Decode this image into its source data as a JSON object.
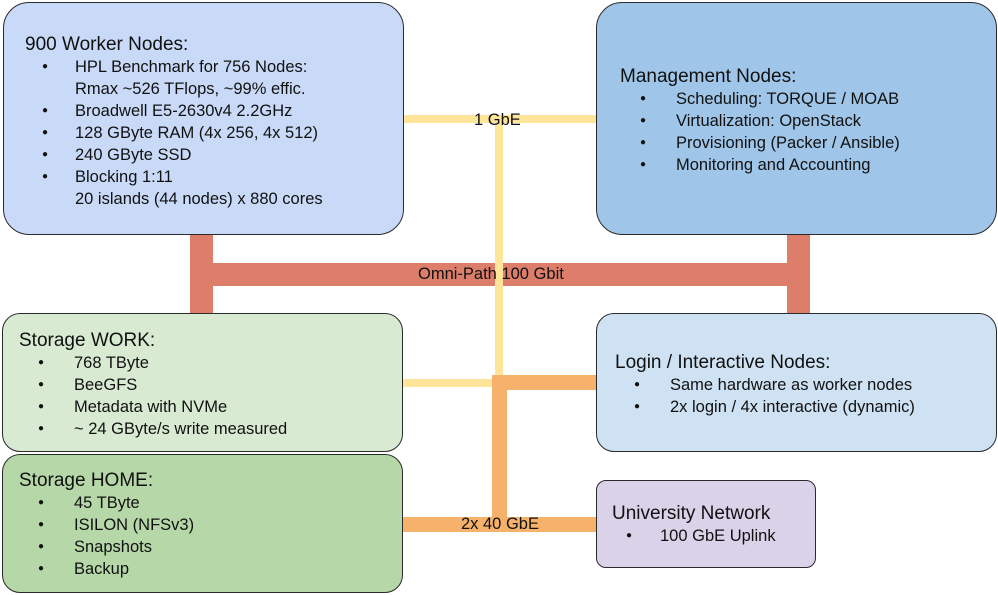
{
  "colors": {
    "omni_path_link": "#dd7e6b",
    "gbe_link": "#ffe599",
    "forty_gbe_link": "#f6b26b",
    "worker_nodes_box": "#c9daf8",
    "management_nodes_box": "#9fc5e8",
    "storage_work_box": "#d9ead3",
    "login_nodes_box": "#cfe2f3",
    "storage_home_box": "#b6d7a8",
    "university_network_box": "#d9d2e9"
  },
  "worker_nodes": {
    "title": "900 Worker Nodes:",
    "items": [
      {
        "line1": "HPL Benchmark for 756 Nodes:",
        "line2": "Rmax ~526 TFlops, ~99% effic."
      },
      {
        "line1": "Broadwell E5-2630v4 2.2GHz"
      },
      {
        "line1": "128 GByte RAM (4x 256, 4x 512)"
      },
      {
        "line1": "240 GByte SSD"
      },
      {
        "line1": "Blocking 1:11",
        "line2": "20 islands (44 nodes) x 880 cores"
      }
    ]
  },
  "management_nodes": {
    "title": "Management Nodes:",
    "items": [
      "Scheduling: TORQUE / MOAB",
      "Virtualization: OpenStack",
      "Provisioning (Packer / Ansible)",
      "Monitoring and Accounting"
    ]
  },
  "storage_work": {
    "title": "Storage WORK:",
    "items": [
      "768 TByte",
      "BeeGFS",
      "Metadata with NVMe",
      "~ 24 GByte/s write measured"
    ]
  },
  "login_nodes": {
    "title": "Login / Interactive Nodes:",
    "items": [
      "Same hardware as worker nodes",
      "2x login / 4x interactive (dynamic)"
    ]
  },
  "storage_home": {
    "title": "Storage HOME:",
    "items": [
      "45 TByte",
      "ISILON (NFSv3)",
      "Snapshots",
      "Backup"
    ]
  },
  "university_network": {
    "title": "University Network",
    "items": [
      "100 GbE Uplink"
    ]
  },
  "links": {
    "gbe": "1 GbE",
    "omni_path": "Omni-Path 100 Gbit",
    "forty_gbe": "2x 40 GbE"
  }
}
